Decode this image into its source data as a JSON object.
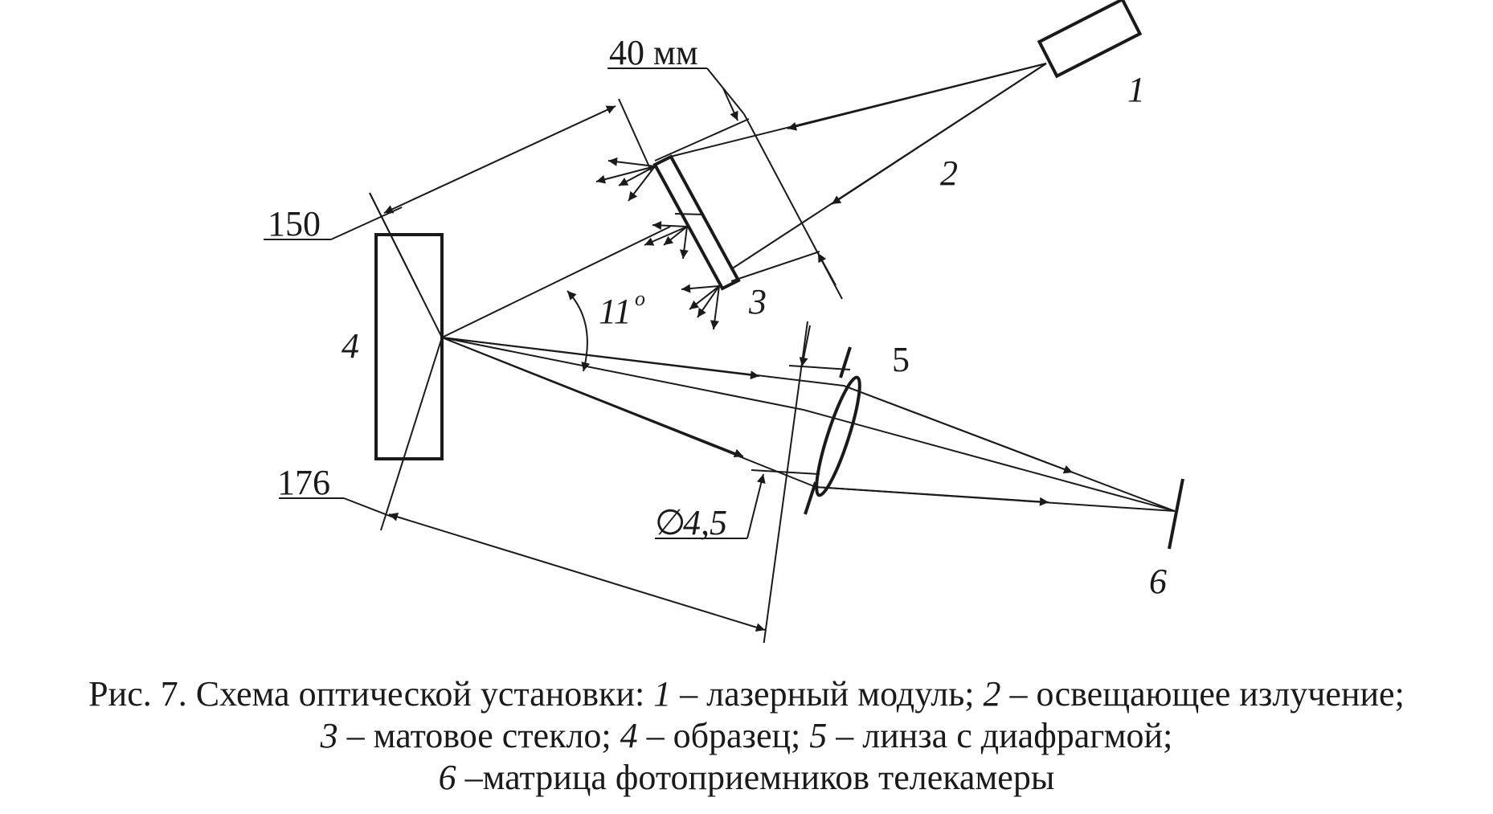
{
  "figure": {
    "labels": {
      "n1": "1",
      "n2": "2",
      "n3": "3",
      "n4": "4",
      "n5": "5",
      "n6": "6",
      "dim_40": "40 мм",
      "dim_150": "150",
      "dim_176": "176",
      "angle": "11",
      "angle_sup": "o",
      "diameter_symbol": "∅",
      "diameter": "4,5"
    }
  },
  "caption": {
    "l1_prefix": "Рис. 7. Схема оптической установки: ",
    "l1_n1": "1",
    "l1_t1": " – лазерный модуль; ",
    "l1_n2": "2",
    "l1_t2": " – освещающее излучение;",
    "l2_n3": "3",
    "l2_t3": " – матовое стекло; ",
    "l2_n4": "4",
    "l2_t4": " – образец; ",
    "l2_n5": "5",
    "l2_t5": " – линза с диафрагмой;",
    "l3_n6": "6",
    "l3_t6": " –матрица фотоприемников телекамеры"
  }
}
